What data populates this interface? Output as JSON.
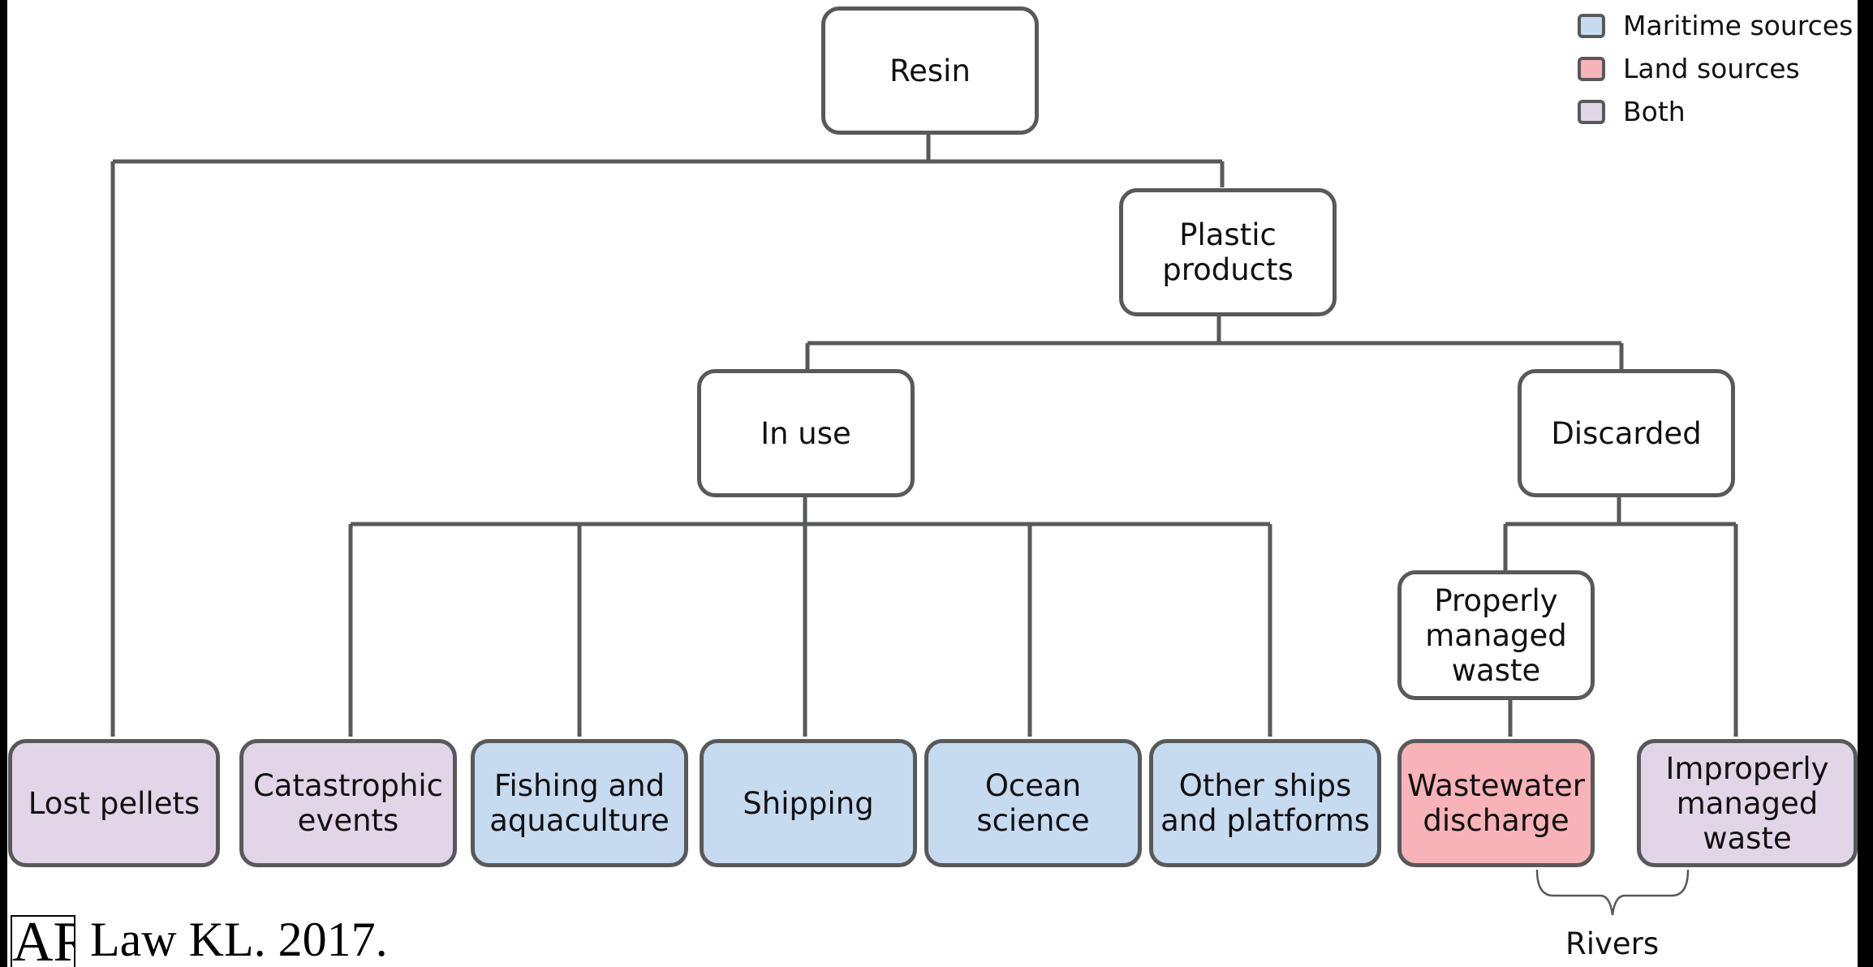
{
  "colors": {
    "maritime": "#c6daf0",
    "land": "#f7b3b8",
    "both": "#e2d5e8",
    "neutral": "#ffffff",
    "line": "#58595b"
  },
  "legend": [
    {
      "label": "Maritime sources",
      "color": "#c6daf0"
    },
    {
      "label": "Land sources",
      "color": "#f7b3b8"
    },
    {
      "label": "Both",
      "color": "#e2d5e8"
    }
  ],
  "nodes": {
    "resin": {
      "label": "Resin",
      "category": "neutral"
    },
    "plastic_products": {
      "label": "Plastic\nproducts",
      "category": "neutral"
    },
    "in_use": {
      "label": "In use",
      "category": "neutral"
    },
    "discarded": {
      "label": "Discarded",
      "category": "neutral"
    },
    "properly_managed_waste": {
      "label": "Properly\nmanaged\nwaste",
      "category": "neutral"
    },
    "lost_pellets": {
      "label": "Lost pellets",
      "category": "both"
    },
    "catastrophic_events": {
      "label": "Catastrophic\nevents",
      "category": "both"
    },
    "fishing_aquaculture": {
      "label": "Fishing and\naquaculture",
      "category": "maritime"
    },
    "shipping": {
      "label": "Shipping",
      "category": "maritime"
    },
    "ocean_science": {
      "label": "Ocean\nscience",
      "category": "maritime"
    },
    "other_ships_platforms": {
      "label": "Other ships\nand platforms",
      "category": "maritime"
    },
    "wastewater_discharge": {
      "label": "Wastewater\ndischarge",
      "category": "land"
    },
    "improperly_managed_waste": {
      "label": "Improperly\nmanaged\nwaste",
      "category": "both"
    }
  },
  "rivers_label": "Rivers",
  "citation": "Law KL. 2017.",
  "logo_letters": "AR"
}
